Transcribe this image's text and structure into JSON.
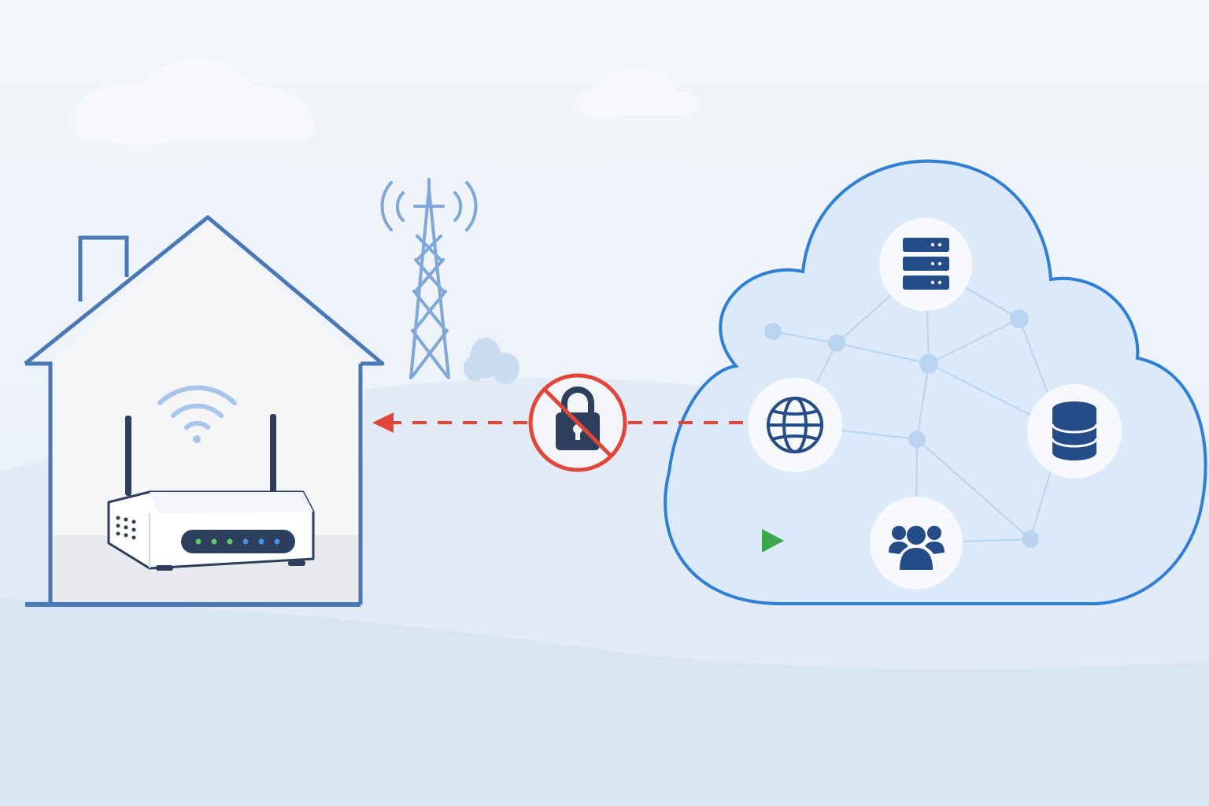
{
  "colors": {
    "sky": "#eef3fa",
    "hill": "#dce8f5",
    "house_outline": "#4a78b5",
    "house_fill": "#f4f5f7",
    "cloud_outline": "#2f7fd6",
    "cloud_fill": "#dbe9f8",
    "icon_dark": "#244c86",
    "node": "#b9d3f0",
    "blocked_red": "#e0473a",
    "allowed_green": "#3aa84a",
    "tower": "#7fa7d8",
    "router_body": "#ffffff",
    "router_panel": "#2d3f5c",
    "led_green": "#5cc86a",
    "led_blue": "#4a90e2"
  },
  "icons": {
    "house": "house-icon",
    "router": "wifi-router-icon",
    "wifi": "wifi-signal-icon",
    "tower": "cell-tower-icon",
    "blocked": "blocked-lock-icon",
    "cloud": "cloud-network-icon",
    "server": "server-rack-icon",
    "globe": "globe-icon",
    "database": "database-icon",
    "users": "users-group-icon"
  },
  "connections": {
    "inbound": {
      "style": "dashed",
      "status": "blocked",
      "color": "#e0473a"
    },
    "outbound": {
      "style": "solid",
      "status": "allowed",
      "color": "#3aa84a"
    }
  }
}
